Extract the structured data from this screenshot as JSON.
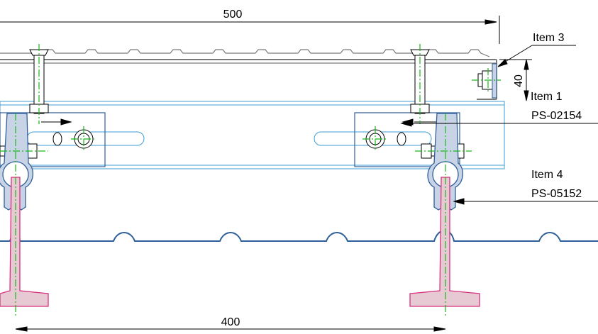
{
  "dimensions": {
    "top_width": "500",
    "bottom_width": "400",
    "rail_height": "40"
  },
  "callouts": [
    {
      "title": "Item 3",
      "code": ""
    },
    {
      "title": "Item 1",
      "code": "PS-02154"
    },
    {
      "title": "Item 4",
      "code": "PS-05152"
    }
  ],
  "colors": {
    "line": "#000000",
    "profile": "#7a7a7a",
    "rail_outline": "#3d9dd6",
    "clamp": "#2f5f9a",
    "clamp_fill": "#c8d4e6",
    "beam": "#d6317e",
    "beam_fill": "#e6c9d2",
    "sheet": "#2f5f9a",
    "centerline": "#18b818"
  },
  "icons": [
    "bolt-nut-icon",
    "centerline-cross-icon",
    "dimension-arrow-icon"
  ]
}
